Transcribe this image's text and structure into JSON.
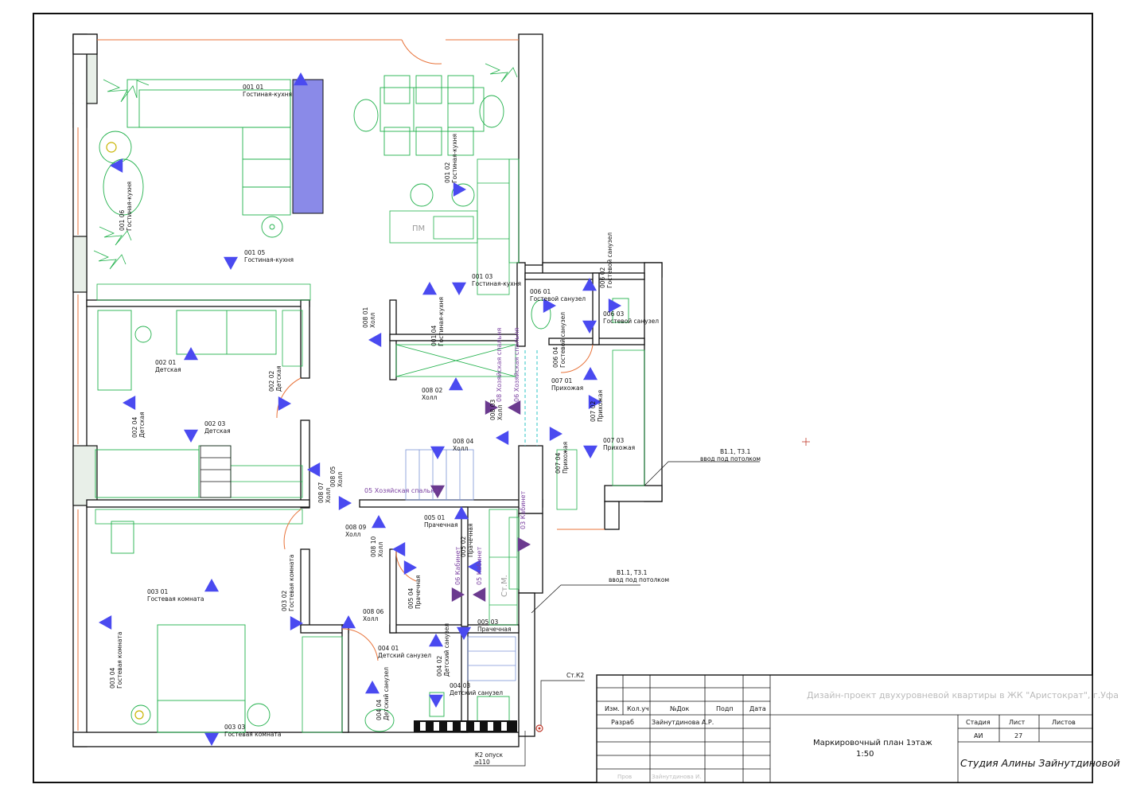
{
  "drawing": {
    "room_labels": [
      {
        "code": "001  01",
        "name": "Гостиная-кухня"
      },
      {
        "code": "001  02",
        "name": "Гостиная-кухня"
      },
      {
        "code": "001  03",
        "name": "Гостиная-кухня"
      },
      {
        "code": "001  04",
        "name": "Гостиная-кухня"
      },
      {
        "code": "001  05",
        "name": "Гостиная-кухня"
      },
      {
        "code": "001  06",
        "name": "Гостиная-кухня"
      },
      {
        "code": "002  01",
        "name": "Детская"
      },
      {
        "code": "002  02",
        "name": "Детская"
      },
      {
        "code": "002  03",
        "name": "Детская"
      },
      {
        "code": "002  04",
        "name": "Детская"
      },
      {
        "code": "003  01",
        "name": "Гостевая комната"
      },
      {
        "code": "003  02",
        "name": "Гостевая комната"
      },
      {
        "code": "003  03",
        "name": "Гостевая комната"
      },
      {
        "code": "003  04",
        "name": "Гостевая комната"
      },
      {
        "code": "004  01",
        "name": "Детский санузел"
      },
      {
        "code": "004  02",
        "name": "Детский санузел"
      },
      {
        "code": "004  03",
        "name": "Детский санузел"
      },
      {
        "code": "004  04",
        "name": "Детский санузел"
      },
      {
        "code": "005  01",
        "name": "Прачечная"
      },
      {
        "code": "005  02",
        "name": "Прачечная"
      },
      {
        "code": "005  03",
        "name": "Прачечная"
      },
      {
        "code": "005  04",
        "name": "Прачечная"
      },
      {
        "code": "006  01",
        "name": "Гостевой санузел"
      },
      {
        "code": "006  02",
        "name": "Гостевой санузел"
      },
      {
        "code": "006  03",
        "name": "Гостевой санузел"
      },
      {
        "code": "006  04",
        "name": "Гостевой санузел"
      },
      {
        "code": "007  01",
        "name": "Прихожая"
      },
      {
        "code": "007  02",
        "name": "Прихожая"
      },
      {
        "code": "007  03",
        "name": "Прихожая"
      },
      {
        "code": "007  04",
        "name": "Прихожая"
      },
      {
        "code": "008  01",
        "name": "Холл"
      },
      {
        "code": "008  02",
        "name": "Холл"
      },
      {
        "code": "008  03",
        "name": "Холл"
      },
      {
        "code": "008  04",
        "name": "Холл"
      },
      {
        "code": "008  05",
        "name": "Холл"
      },
      {
        "code": "008  06",
        "name": "Холл"
      },
      {
        "code": "008  07",
        "name": "Холл"
      },
      {
        "code": "008  09",
        "name": "Холл"
      },
      {
        "code": "008  10",
        "name": "Холл"
      }
    ],
    "purple_labels": [
      "05 Хозяйская спальня",
      "08 Хозяйская спальня",
      "06 Хозяйская спальня",
      "06 Кабинет",
      "05 Кабинет",
      "03 Кабинет"
    ],
    "furniture_text": [
      "ПМ",
      "Ст.М."
    ],
    "leaders": [
      {
        "line1": "В1.1, Т3.1",
        "line2": "ввод под потолком"
      },
      {
        "line1": "В1.1, Т3.1",
        "line2": "ввод под потолком"
      },
      {
        "line1": "Ст.К2",
        "line2": ""
      },
      {
        "line1": "К2 опуск",
        "line2": "⌀110"
      }
    ],
    "colors": {
      "marker": "#4a4af0",
      "marker_purple": "#6b3a8f",
      "furniture": "#22b14c",
      "door": "#e8733a",
      "wall": "#111111",
      "tv": "#8a8ae8"
    }
  },
  "title_block": {
    "project": "Дизайн-проект двухуровневой квартиры в ЖК \"Аристократ\", г.Уфа",
    "headers": [
      "Изм.",
      "Кол.уч",
      "№Док",
      "Подп",
      "Дата"
    ],
    "role_developer": "Разраб",
    "developer_name": "Зайнутдинова А.Р.",
    "role_checker": "Пров",
    "checker_name": "Зайнутдинова И.",
    "sheet_title_line1": "Маркировочный план 1этаж",
    "sheet_title_line2": "1:50",
    "stage_label": "Стадия",
    "sheet_label": "Лист",
    "sheets_label": "Листов",
    "stage_value": "АИ",
    "sheet_value": "27",
    "sheets_value": "",
    "studio": "Студия Алины Зайнутдиновой"
  }
}
